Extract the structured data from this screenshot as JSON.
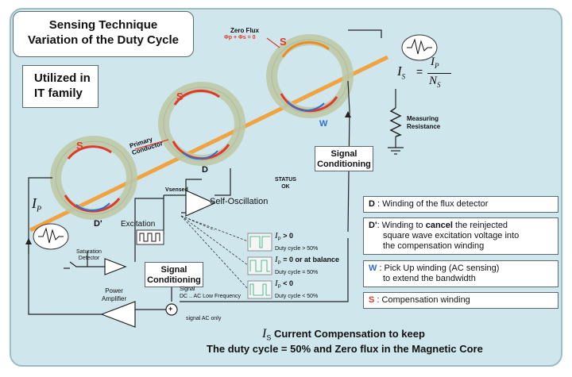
{
  "title": {
    "line1": "Sensing Technique",
    "line2": "Variation of the Duty Cycle"
  },
  "utilized": {
    "line1": "Utilized in",
    "line2": "IT family"
  },
  "labels": {
    "zero_flux": "Zero Flux",
    "flux_eq": "Φp + Φs = 0",
    "primary_conductor_1": "Primary",
    "primary_conductor_2": "Conductor",
    "s": "S",
    "d": "D",
    "d_prime": "D'",
    "w": "W",
    "ip": "I",
    "ip_sub": "P",
    "vsensed": "Vsensed",
    "self_osc": "Self-Oscillation",
    "excitation": "Excitation",
    "saturation_1": "Saturation",
    "saturation_2": "Detector",
    "power_amp_1": "Power",
    "power_amp_2": "Amplifier",
    "signal_dc": "Signal",
    "signal_dc_2": "DC .. AC Low Frequency",
    "signal_ac": "signal AC only",
    "status_1": "STATUS",
    "status_2": "OK",
    "measuring_1": "Measuring",
    "measuring_2": "Resistance",
    "formula_is": "I",
    "formula_is_sub": "S",
    "formula_eq": "=",
    "formula_num": "I",
    "formula_num_sub": "P",
    "formula_den": "N",
    "formula_den_sub": "S",
    "plus": "+"
  },
  "signal_conditioning": {
    "line1": "Signal",
    "line2": "Conditioning"
  },
  "duty": [
    {
      "cond_pre": "I",
      "cond_sub": "P",
      "cond_post": " > 0",
      "duty": "Duty cycle > 50%"
    },
    {
      "cond_pre": "I",
      "cond_sub": "P",
      "cond_post": " = 0 or at balance",
      "duty": "Duty cycle = 50%"
    },
    {
      "cond_pre": "I",
      "cond_sub": "P",
      "cond_post": " < 0",
      "duty": "Duty cycle < 50%"
    }
  ],
  "legend": [
    {
      "key": "D",
      "text": " : Winding of the flux detector",
      "extra": []
    },
    {
      "key": "D'",
      "text": ": Winding to ",
      "bold": "cancel",
      "text2": " the reinjected",
      "extra": [
        "square wave excitation voltage into",
        "the compensation winding"
      ]
    },
    {
      "key": "W",
      "text": " : Pick Up winding (AC sensing)",
      "extra": [
        "to extend the bandwidth"
      ]
    },
    {
      "key": "S",
      "text": " :  Compensation winding",
      "extra": []
    }
  ],
  "footer": {
    "line1_sym": "I",
    "line1_sub": "S",
    "line1": " Current Compensation to keep",
    "line2": "The duty cycle = 50% and Zero flux in the Magnetic Core"
  },
  "colors": {
    "panel": "#cfe6ec",
    "core": "#bcc9a6",
    "winding_red": "#e0392b",
    "winding_orange": "#f08a24",
    "winding_blue": "#2f6fd0",
    "conductor": "#f2a341",
    "legend_blue": "#2f6fd0",
    "legend_red": "#e0392b"
  }
}
